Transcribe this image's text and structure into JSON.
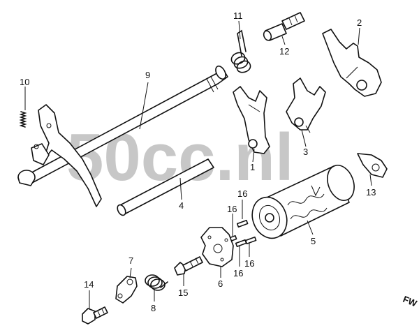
{
  "watermark": "50cc.nl",
  "direction_label": "FW",
  "callouts": {
    "c1": "1",
    "c2": "2",
    "c3": "3",
    "c4": "4",
    "c5": "5",
    "c6": "6",
    "c7": "7",
    "c8": "8",
    "c9": "9",
    "c10": "10",
    "c11": "11",
    "c12": "12",
    "c13": "13",
    "c14": "14",
    "c15": "15",
    "c16a": "16",
    "c16b": "16",
    "c16c": "16",
    "c16d": "16"
  }
}
